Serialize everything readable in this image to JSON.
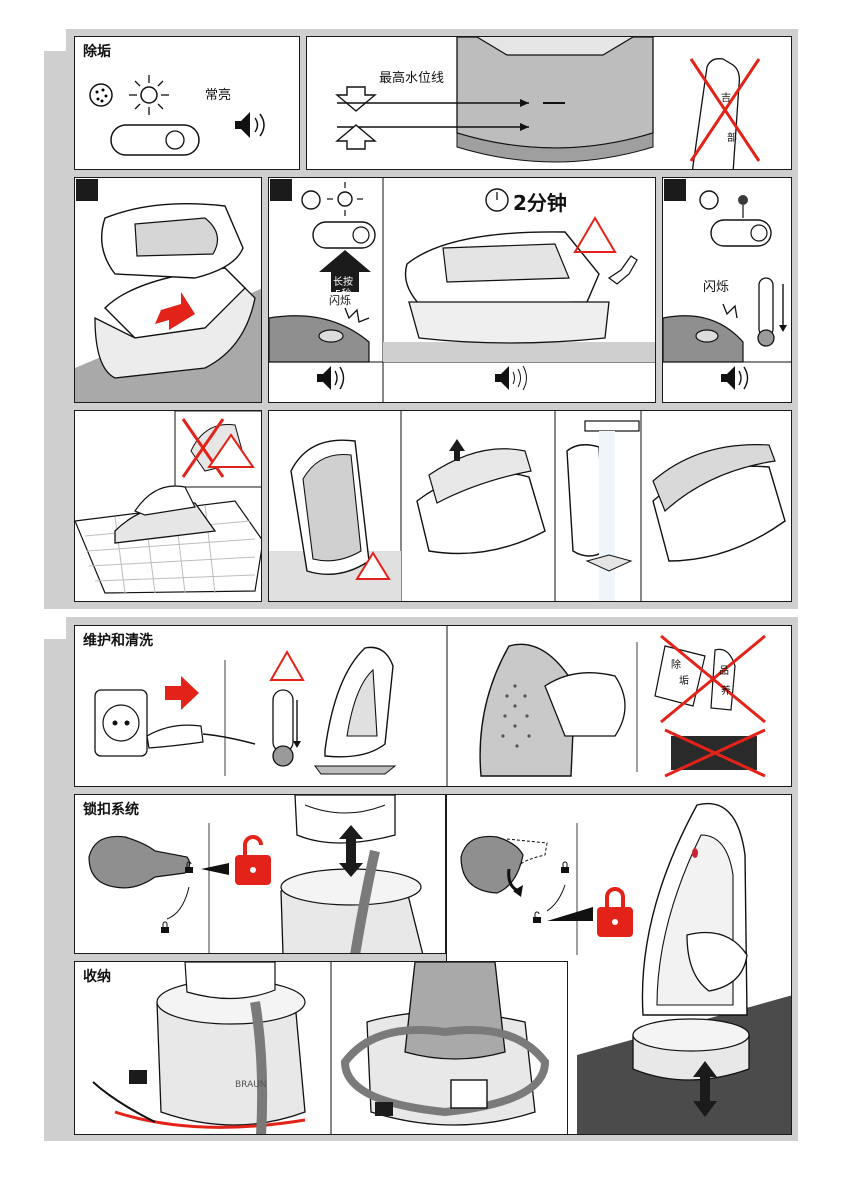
{
  "colors": {
    "accent": "#e32319",
    "sheet": "#cfcfcf",
    "dark": "#1b1b1b"
  },
  "section_a": {
    "descale_title": "除垢",
    "steady_on": "常亮",
    "max_water_line": "最高水位线",
    "hold": "长按",
    "five_seconds": "5秒",
    "blink_1": "闪烁",
    "two_minutes": "2分钟",
    "blink_2": "闪烁",
    "bottle_text_1": "吉",
    "bottle_text_2": "部"
  },
  "section_b": {
    "care_title": "维护和清洗",
    "lock_title": "锁扣系统",
    "storage_title": "收纳",
    "brand": "BRAUN",
    "crossed_text_1": "除",
    "crossed_text_2": "垢",
    "crossed_text_3": "品",
    "crossed_text_4": "养"
  }
}
